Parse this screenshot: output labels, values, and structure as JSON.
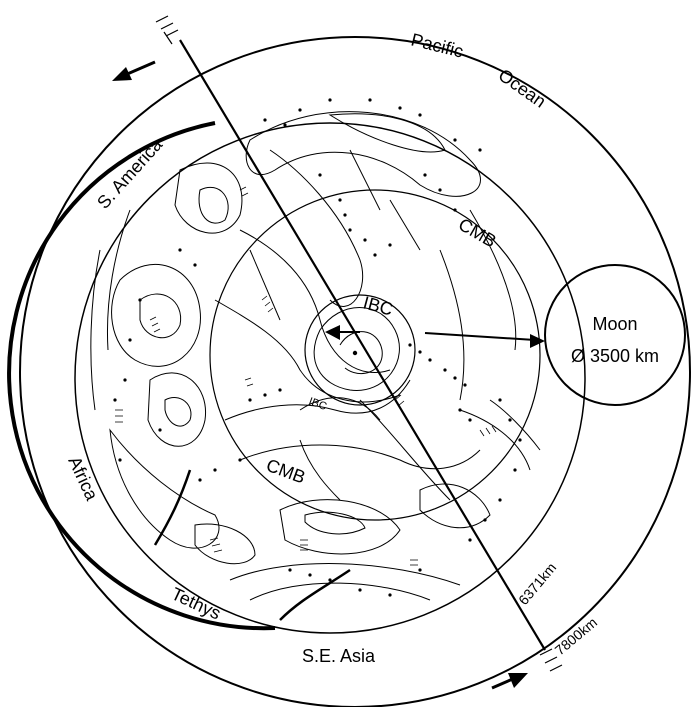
{
  "labels": {
    "pacific": "Pacific",
    "ocean": "Ocean",
    "s_america": "S. America",
    "africa": "Africa",
    "tethys": "Tethys",
    "se_asia": "S.E. Asia",
    "cmb_upper": "CMB",
    "cmb_lower": "CMB",
    "ibc_upper": "IBC",
    "ibc_lower": "IBC",
    "moon_title": "Moon",
    "moon_size": "Ø 3500 km",
    "radius_inner": "6371km",
    "radius_outer": "7800km"
  }
}
